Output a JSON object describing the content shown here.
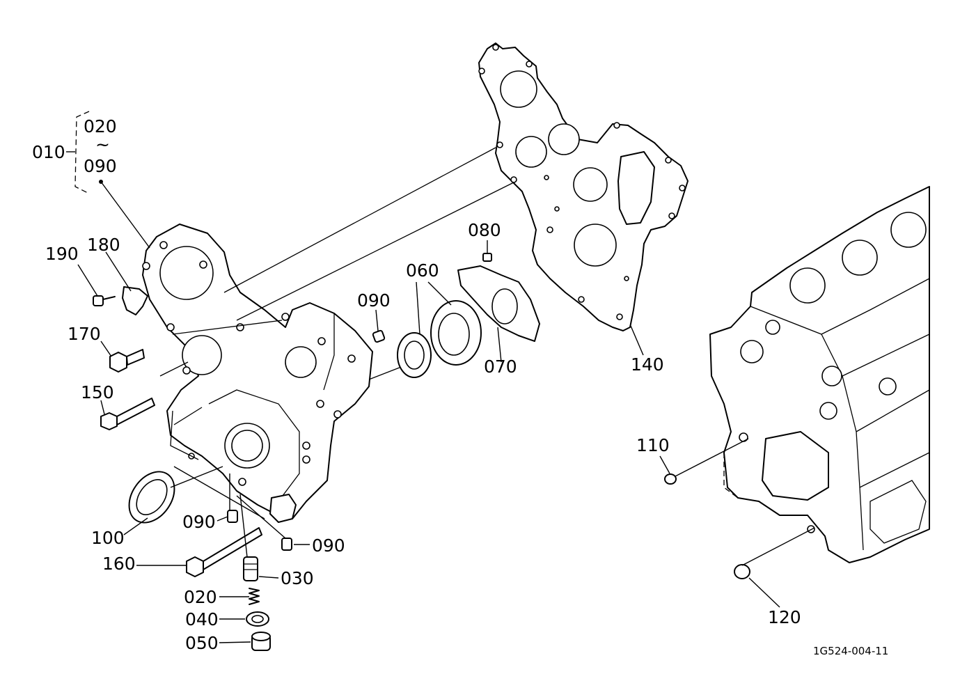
{
  "diagram": {
    "callouts": {
      "c010": "010",
      "c020_top": "020",
      "tilde": "~",
      "c090_top": "090",
      "c190": "190",
      "c180": "180",
      "c170": "170",
      "c150": "150",
      "c100": "100",
      "c160": "160",
      "c090_a": "090",
      "c090_b": "090",
      "c090_c": "090",
      "c030": "030",
      "c020": "020",
      "c040": "040",
      "c050": "050",
      "c060": "060",
      "c080": "080",
      "c070": "070",
      "c140": "140",
      "c110": "110",
      "c120": "120"
    },
    "figure_code": "1G524-004-11"
  }
}
